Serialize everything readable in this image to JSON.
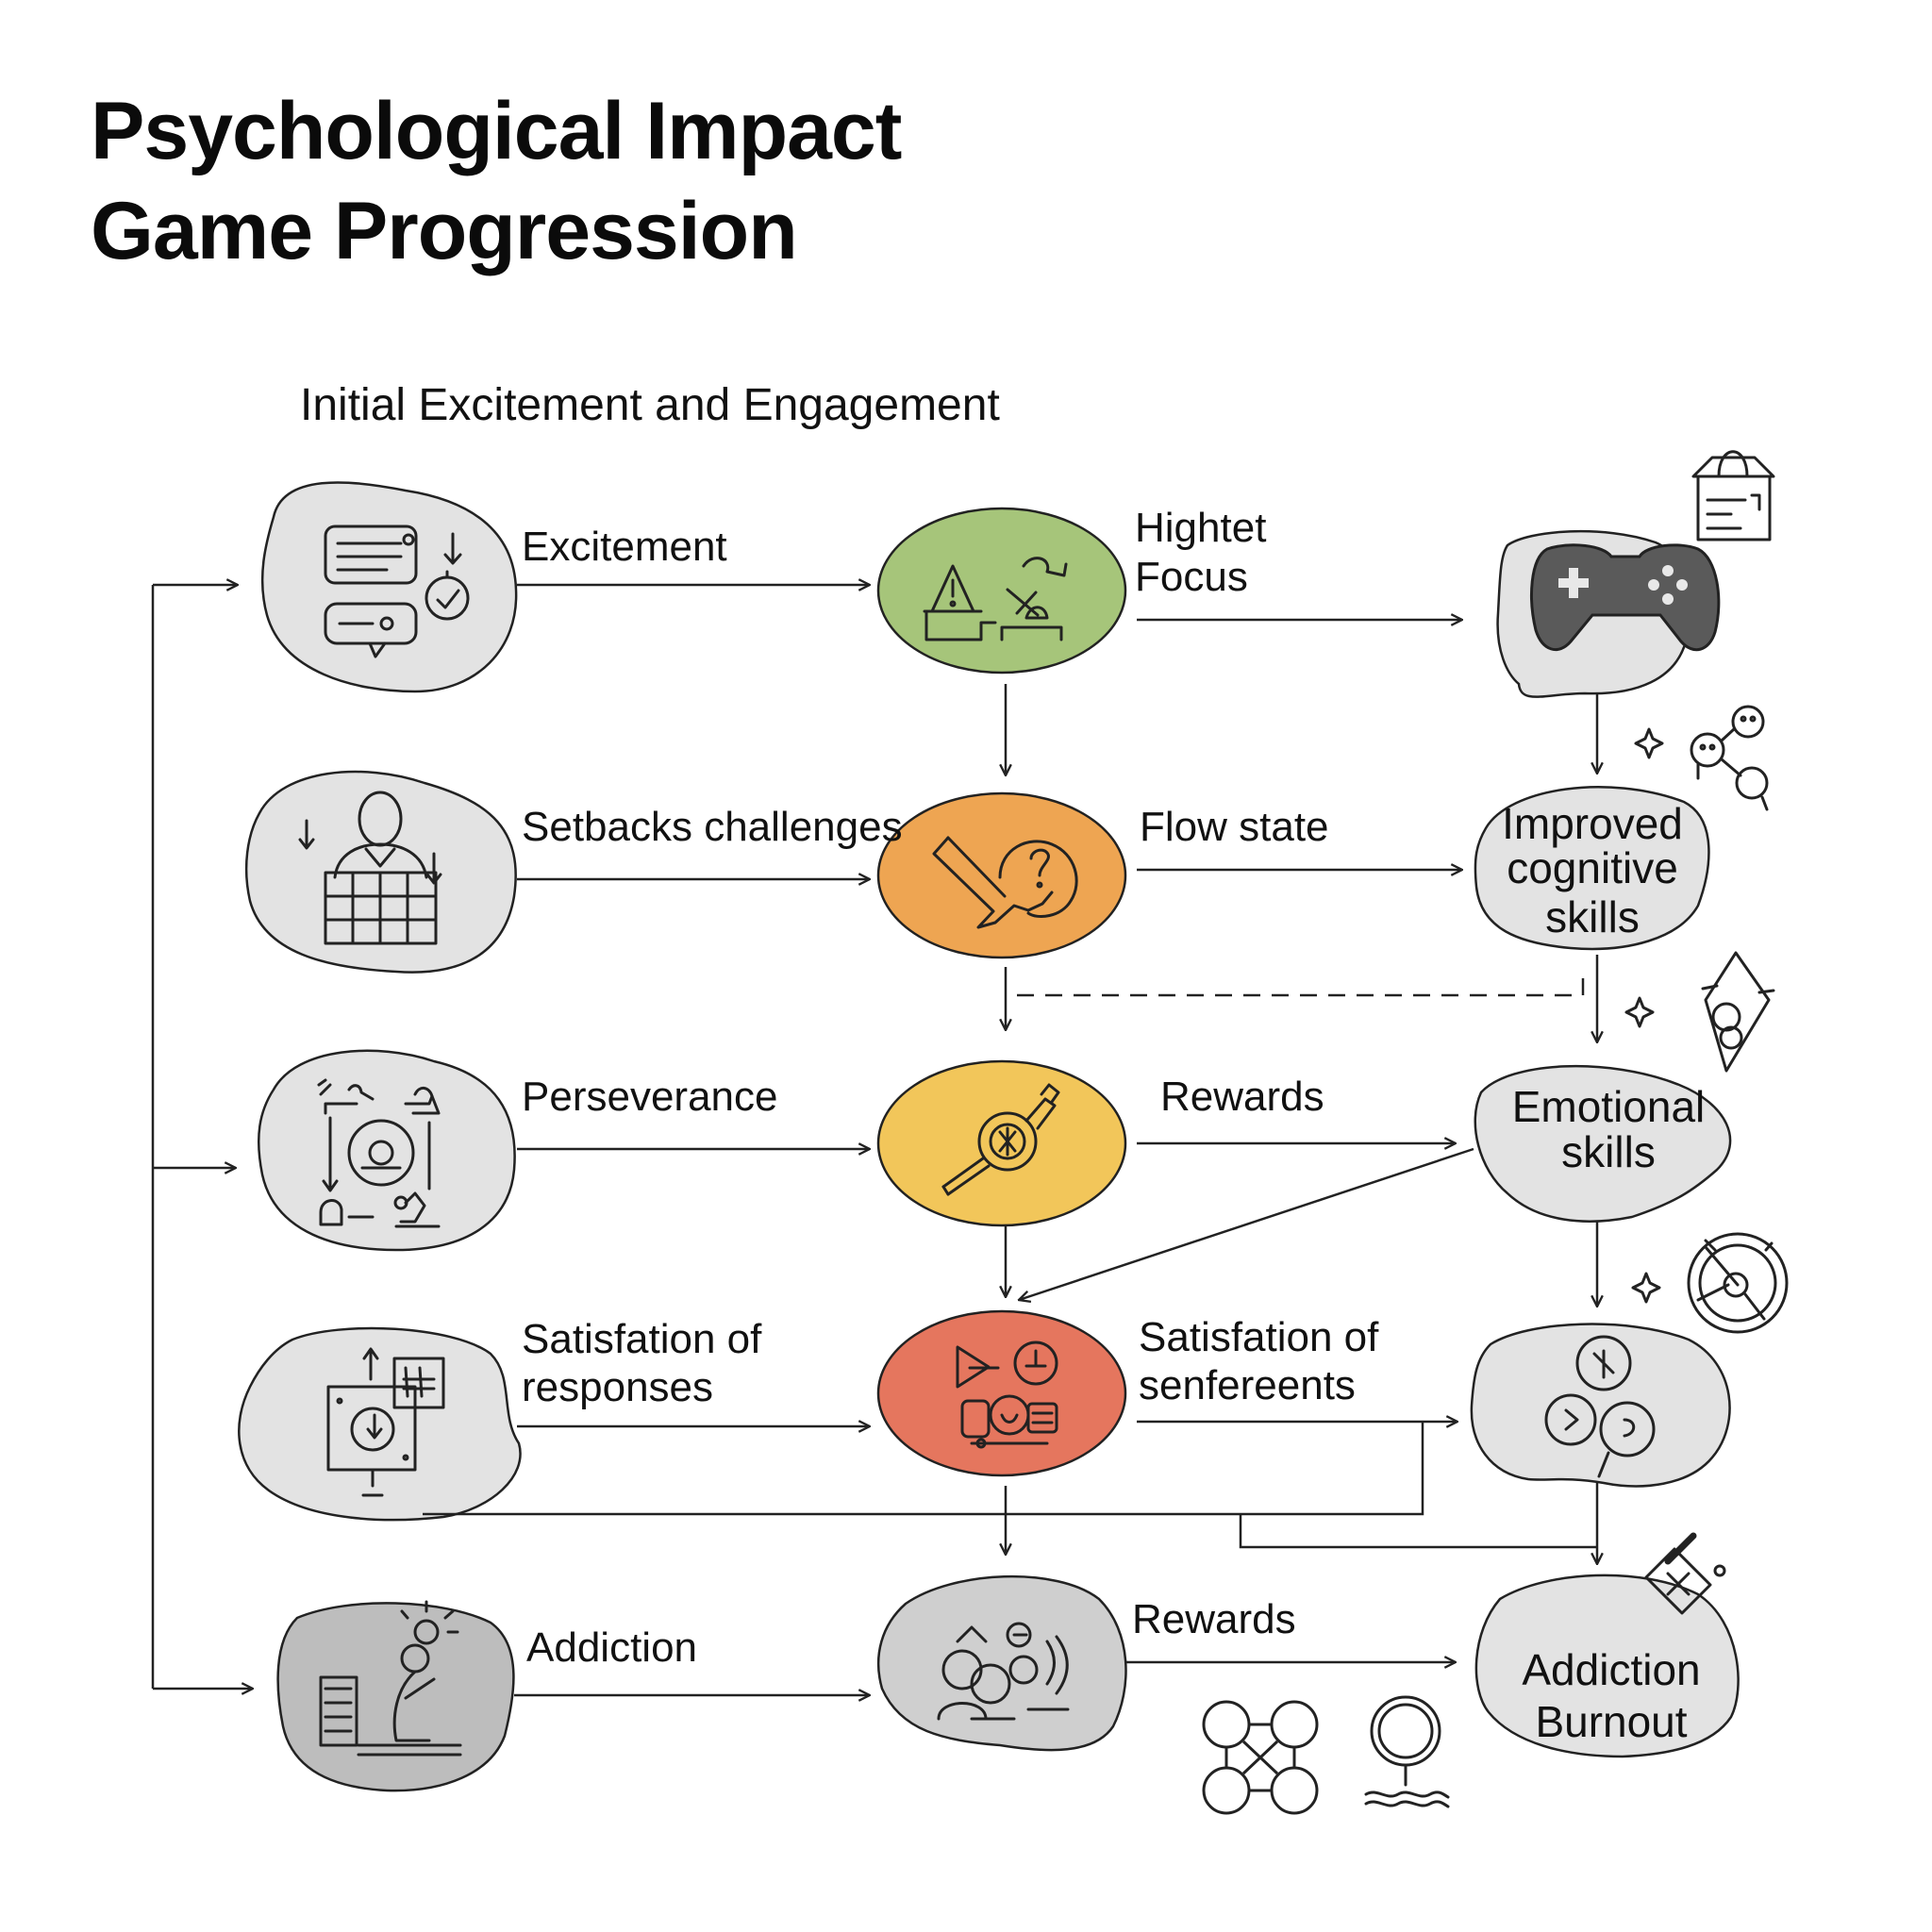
{
  "title_line1": "Psychological Impact",
  "title_line2": "Game Progression",
  "subtitle": "Initial Excitement and Engagement",
  "edge_labels": {
    "excitement": "Excitement",
    "hightet_focus": [
      "Hightet",
      "Focus"
    ],
    "setbacks": "Setbacks challenges",
    "flow_state": "Flow state",
    "perseverance": "Perseverance",
    "rewards_1": "Rewards",
    "satisfation_responses": [
      "Satisfation of",
      "responses"
    ],
    "satisfation_senfereents": [
      "Satisfation of",
      "senfereents"
    ],
    "addiction": "Addiction",
    "rewards_2": "Rewards"
  },
  "nodes": {
    "improved_cognitive": [
      "Improved",
      "cognitive",
      "skills"
    ],
    "emotional_skills": [
      "Emotional",
      "skills"
    ],
    "addiction_burnout": [
      "Addiction",
      "Burnout"
    ]
  },
  "colors": {
    "green": "#a6c57a",
    "orange": "#eea552",
    "yellow": "#f2c65a",
    "red": "#e5765e",
    "gray_light": "#e4e4e4",
    "gray_mid": "#cfcfcf",
    "gray_dark": "#bdbdbd",
    "controller": "#5a5a5a",
    "line": "#222222"
  },
  "icons": {
    "r1c1": "chat-timer-icon",
    "r1c2": "alert-focus-icon",
    "r1c3": "gamepad-icon",
    "r2c1": "person-grid-icon",
    "r2c2": "puzzle-question-icon",
    "r3c1": "cycle-network-icon",
    "r3c2": "key-wrench-icon",
    "r4c1": "download-frame-icon",
    "r4c2": "media-controls-icon",
    "r4c3": "speech-bubbles-icon",
    "r5c1": "person-desk-icon",
    "r5c2": "group-people-icon",
    "side_bag": "shopping-bag-icon",
    "side_people": "people-network-icon",
    "side_diamond": "diamond-figure-icon",
    "side_target": "target-compass-icon",
    "badge_x": "error-badge-icon",
    "sparkle": "sparkle-icon",
    "bottom_network": "node-network-icon",
    "bottom_figure": "figure-waves-icon"
  }
}
